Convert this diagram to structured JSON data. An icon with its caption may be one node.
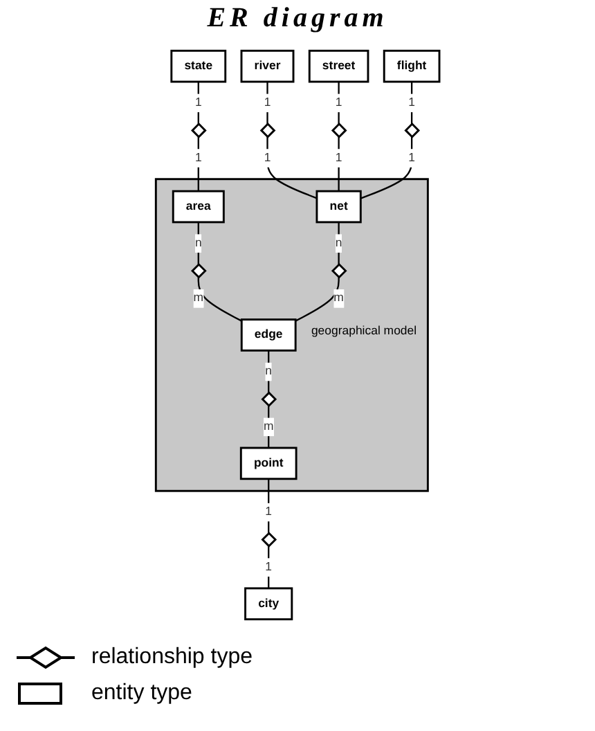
{
  "diagram": {
    "title": "ER diagram",
    "nodes": [
      {
        "text": [
          "state"
        ]
      },
      {
        "text": [
          "river"
        ]
      },
      {
        "text": [
          "street"
        ]
      },
      {
        "text": [
          "flight"
        ]
      },
      {
        "text": [],
        "shape": "diamond"
      },
      {
        "text": [],
        "shape": "diamond"
      },
      {
        "text": [],
        "shape": "diamond"
      },
      {
        "text": [],
        "shape": "diamond"
      },
      {
        "text": [
          "geographical model"
        ]
      },
      {
        "text": [
          "area"
        ],
        "in": 8
      },
      {
        "text": [
          "net"
        ],
        "in": 8
      },
      {
        "text": [],
        "shape": "diamond",
        "in": 8
      },
      {
        "text": [],
        "shape": "diamond",
        "in": 8
      },
      {
        "text": [
          "edge"
        ],
        "in": 8
      },
      {
        "text": [],
        "shape": "diamond",
        "in": 8
      },
      {
        "text": [
          "point"
        ],
        "in": 8
      },
      {
        "text": [],
        "shape": "diamond"
      },
      {
        "text": [
          "city"
        ]
      }
    ],
    "edges": [
      {
        "from": 0,
        "to": 4,
        "arrow": "none",
        "label": "1"
      },
      {
        "from": 4,
        "to": 9,
        "arrow": "none",
        "label": "1"
      },
      {
        "from": 1,
        "to": 5,
        "arrow": "none",
        "label": "1"
      },
      {
        "from": 5,
        "to": 10,
        "arrow": "none",
        "label": "1"
      },
      {
        "from": 2,
        "to": 6,
        "arrow": "none",
        "label": "1"
      },
      {
        "from": 6,
        "to": 10,
        "arrow": "none",
        "label": "1"
      },
      {
        "from": 3,
        "to": 7,
        "arrow": "none",
        "label": "1"
      },
      {
        "from": 7,
        "to": 10,
        "arrow": "none",
        "label": "1"
      },
      {
        "from": 9,
        "to": 11,
        "arrow": "none",
        "label": "n"
      },
      {
        "from": 11,
        "to": 13,
        "arrow": "none",
        "label": "m"
      },
      {
        "from": 10,
        "to": 12,
        "arrow": "none",
        "label": "n"
      },
      {
        "from": 12,
        "to": 13,
        "arrow": "none",
        "label": "m"
      },
      {
        "from": 13,
        "to": 14,
        "arrow": "none",
        "label": "n"
      },
      {
        "from": 14,
        "to": 15,
        "arrow": "none",
        "label": "m"
      },
      {
        "from": 15,
        "to": 16,
        "arrow": "none",
        "label": "1"
      },
      {
        "from": 16,
        "to": 17,
        "arrow": "none",
        "label": "1"
      }
    ],
    "legend": [
      {
        "text": "relationship type"
      },
      {
        "text": "entity type"
      }
    ]
  }
}
